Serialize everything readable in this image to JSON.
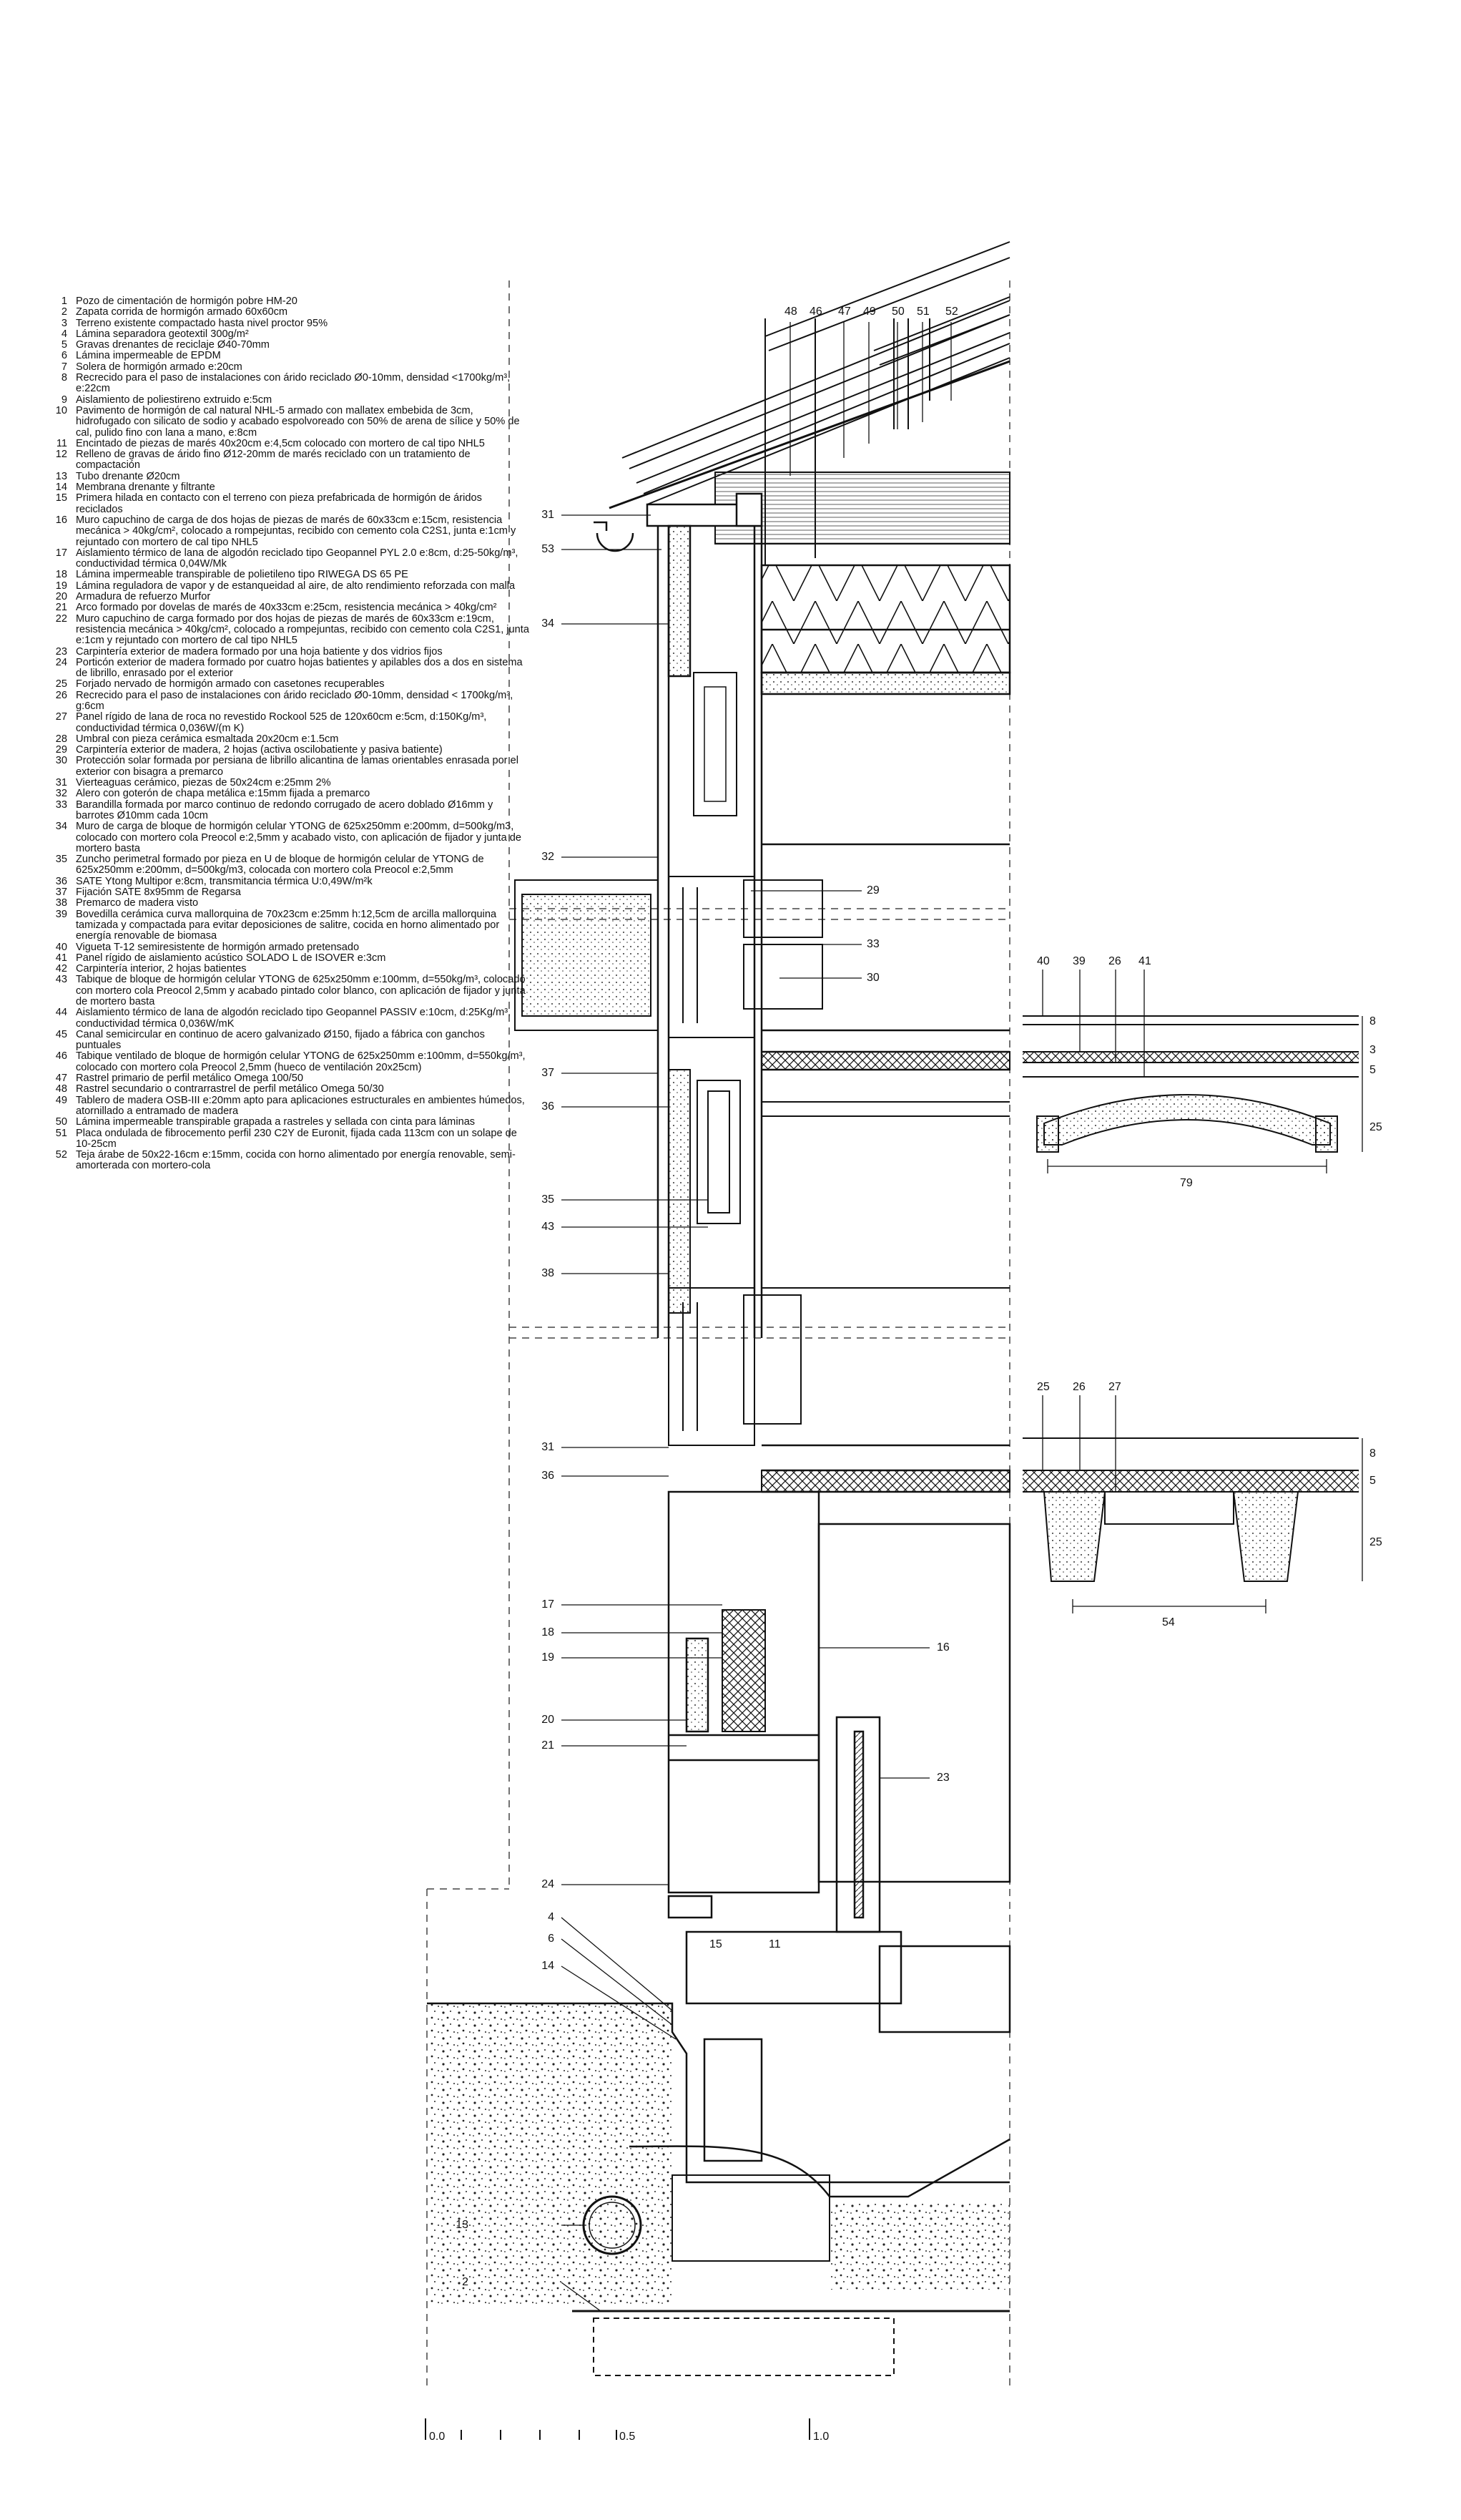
{
  "legend": [
    {
      "n": "1",
      "t": "Pozo de cimentación de hormigón pobre HM-20"
    },
    {
      "n": "2",
      "t": "Zapata corrida de hormigón armado 60x60cm"
    },
    {
      "n": "3",
      "t": "Terreno existente compactado hasta nivel proctor 95%"
    },
    {
      "n": "4",
      "t": "Lámina separadora geotextil 300g/m²"
    },
    {
      "n": "5",
      "t": "Gravas drenantes de reciclaje Ø40-70mm"
    },
    {
      "n": "6",
      "t": "Lámina impermeable de EPDM"
    },
    {
      "n": "7",
      "t": "Solera de hormigón armado e:20cm"
    },
    {
      "n": "8",
      "t": "Recrecido para el paso de instalaciones con árido reciclado Ø0-10mm, densidad <1700kg/m³, e:22cm"
    },
    {
      "n": "9",
      "t": "Aislamiento de poliestireno extruido e:5cm"
    },
    {
      "n": "10",
      "t": "Pavimento de hormigón de cal natural NHL-5 armado con mallatex embebida de 3cm, hidrofugado con silicato de sodio y acabado espolvoreado con 50% de arena de sílice y 50% de cal, pulido fino con lana a mano, e:8cm"
    },
    {
      "n": "11",
      "t": "Encintado de piezas de marés 40x20cm e:4,5cm colocado con mortero de cal tipo NHL5"
    },
    {
      "n": "12",
      "t": "Relleno de gravas de árido fino Ø12-20mm de marés reciclado con un tratamiento de compactación"
    },
    {
      "n": "13",
      "t": "Tubo drenante Ø20cm"
    },
    {
      "n": "14",
      "t": "Membrana drenante y filtrante"
    },
    {
      "n": "15",
      "t": "Primera hilada en contacto con el terreno con pieza prefabricada de hormigón de áridos reciclados"
    },
    {
      "n": "16",
      "t": "Muro capuchino de carga de dos hojas de piezas de marés de 60x33cm e:15cm, resistencia mecánica > 40kg/cm², colocado a rompejuntas, recibido con cemento cola C2S1, junta e:1cm y rejuntado con mortero de cal tipo NHL5"
    },
    {
      "n": "17",
      "t": "Aislamiento térmico de lana de algodón reciclado tipo Geopannel PYL 2.0 e:8cm, d:25-50kg/m³, conductividad térmica 0,04W/Mk"
    },
    {
      "n": "18",
      "t": "Lámina impermeable transpirable de polietileno tipo RIWEGA DS 65 PE"
    },
    {
      "n": "19",
      "t": "Lámina reguladora de vapor y de estanqueidad al aire, de alto rendimiento reforzada con malla"
    },
    {
      "n": "20",
      "t": "Armadura de refuerzo Murfor"
    },
    {
      "n": "21",
      "t": "Arco formado por dovelas de marés de 40x33cm e:25cm, resistencia mecánica > 40kg/cm²"
    },
    {
      "n": "22",
      "t": "Muro capuchino de carga formado por dos hojas de piezas de marés de 60x33cm e:19cm, resistencia mecánica > 40kg/cm², colocado a rompejuntas, recibido con cemento cola C2S1, junta e:1cm y rejuntado con mortero de cal tipo NHL5"
    },
    {
      "n": "23",
      "t": "Carpintería exterior de madera formado por una hoja batiente y dos vidrios fijos"
    },
    {
      "n": "24",
      "t": "Porticón exterior de madera formado por cuatro hojas batientes y apilables dos a dos en sistema de librillo, enrasado por el exterior"
    },
    {
      "n": "25",
      "t": "Forjado nervado de hormigón armado con casetones recuperables"
    },
    {
      "n": "26",
      "t": "Recrecido para el paso de instalaciones con árido reciclado Ø0-10mm, densidad < 1700kg/m³, g:6cm"
    },
    {
      "n": "27",
      "t": "Panel rígido de lana de roca no revestido Rockool 525 de 120x60cm e:5cm, d:150Kg/m³, conductividad térmica 0,036W/(m K)"
    },
    {
      "n": "28",
      "t": "Umbral con pieza cerámica esmaltada 20x20cm e:1.5cm"
    },
    {
      "n": "29",
      "t": "Carpintería exterior de madera, 2 hojas (activa oscilobatiente y pasiva batiente)"
    },
    {
      "n": "30",
      "t": "Protección solar formada por persiana de librillo alicantina de lamas orientables enrasada por el exterior con bisagra a premarco"
    },
    {
      "n": "31",
      "t": "Vierteaguas cerámico, piezas de 50x24cm e:25mm 2%"
    },
    {
      "n": "32",
      "t": "Alero con goterón de chapa metálica e:15mm fijada a premarco"
    },
    {
      "n": "33",
      "t": "Barandilla formada por marco continuo de redondo corrugado de acero doblado Ø16mm y barrotes Ø10mm cada 10cm"
    },
    {
      "n": "34",
      "t": "Muro de carga de bloque de hormigón celular YTONG de 625x250mm e:200mm, d=500kg/m3, colocado con mortero cola Preocol e:2,5mm y acabado visto, con aplicación de fijador y junta de mortero basta"
    },
    {
      "n": "35",
      "t": "Zuncho perimetral formado por pieza en U de bloque de hormigón celular de YTONG de 625x250mm e:200mm, d=500kg/m3, colocada con mortero cola Preocol e:2,5mm"
    },
    {
      "n": "36",
      "t": "SATE Ytong Multipor e:8cm, transmitancia térmica U:0,49W/m²k"
    },
    {
      "n": "37",
      "t": "Fijación SATE 8x95mm de Regarsa"
    },
    {
      "n": "38",
      "t": "Premarco de madera visto"
    },
    {
      "n": "39",
      "t": "Bovedilla cerámica curva mallorquina de 70x23cm e:25mm h:12,5cm de arcilla mallorquina tamizada y compactada para evitar deposiciones de salitre, cocida en horno alimentado por energía renovable de biomasa"
    },
    {
      "n": "40",
      "t": "Vigueta T-12 semiresistente de hormigón armado pretensado"
    },
    {
      "n": "41",
      "t": "Panel rígido de aislamiento acústico SOLADO L de ISOVER e:3cm"
    },
    {
      "n": "42",
      "t": "Carpintería interior, 2 hojas batientes"
    },
    {
      "n": "43",
      "t": "Tabique de bloque de hormigón celular YTONG de 625x250mm e:100mm, d=550kg/m³, colocado con mortero cola Preocol 2,5mm y acabado pintado color blanco, con aplicación de fijador y junta de mortero basta"
    },
    {
      "n": "44",
      "t": "Aislamiento térmico de lana de algodón reciclado tipo Geopannel PASSIV e:10cm, d:25Kg/m³, conductividad térmica 0,036W/mK"
    },
    {
      "n": "45",
      "t": "Canal semicircular en continuo de acero galvanizado Ø150, fijado a fábrica con ganchos puntuales"
    },
    {
      "n": "46",
      "t": "Tabique ventilado de bloque de hormigón celular YTONG de 625x250mm e:100mm, d=550kg/m³, colocado con mortero cola Preocol 2,5mm (hueco de ventilación 20x25cm)"
    },
    {
      "n": "47",
      "t": "Rastrel primario de perfil metálico Omega 100/50"
    },
    {
      "n": "48",
      "t": "Rastrel secundario o contrarrastrel de perfil metálico Omega 50/30"
    },
    {
      "n": "49",
      "t": "Tablero de madera OSB-III e:20mm apto para aplicaciones estructurales en ambientes húmedos, atornillado a entramado de madera"
    },
    {
      "n": "50",
      "t": "Lámina impermeable transpirable grapada a rastreles y sellada con cinta para láminas"
    },
    {
      "n": "51",
      "t": "Placa ondulada de fibrocemento perfil 230 C2Y de Euronit, fijada cada 113cm con un solape de 10-25cm"
    },
    {
      "n": "52",
      "t": "Teja árabe de 50x22-16cm e:15mm, cocida con horno alimentado por energía renovable, semi-amorterada con mortero-cola"
    }
  ],
  "callouts": {
    "roof_top": [
      "48",
      "46",
      "47",
      "49",
      "50",
      "51",
      "52"
    ],
    "left": [
      "31",
      "53",
      "34",
      "32",
      "37",
      "36",
      "35",
      "43",
      "38",
      "31",
      "36",
      "17",
      "18",
      "19",
      "20",
      "21",
      "24",
      "4",
      "6",
      "14",
      "13",
      "2"
    ],
    "right": [
      "29",
      "33",
      "30",
      "16",
      "23"
    ],
    "inner": [
      "15",
      "11"
    ]
  },
  "detail_vault": {
    "labels": [
      "40",
      "39",
      "26",
      "41"
    ],
    "dims": [
      "8",
      "3",
      "5",
      "25"
    ],
    "span": "79"
  },
  "detail_ribbed": {
    "labels": [
      "25",
      "26",
      "27"
    ],
    "dims": [
      "8",
      "5",
      "25"
    ],
    "span": "54"
  },
  "scale": {
    "ticks": [
      "0.0",
      "0.5",
      "1.0"
    ]
  }
}
